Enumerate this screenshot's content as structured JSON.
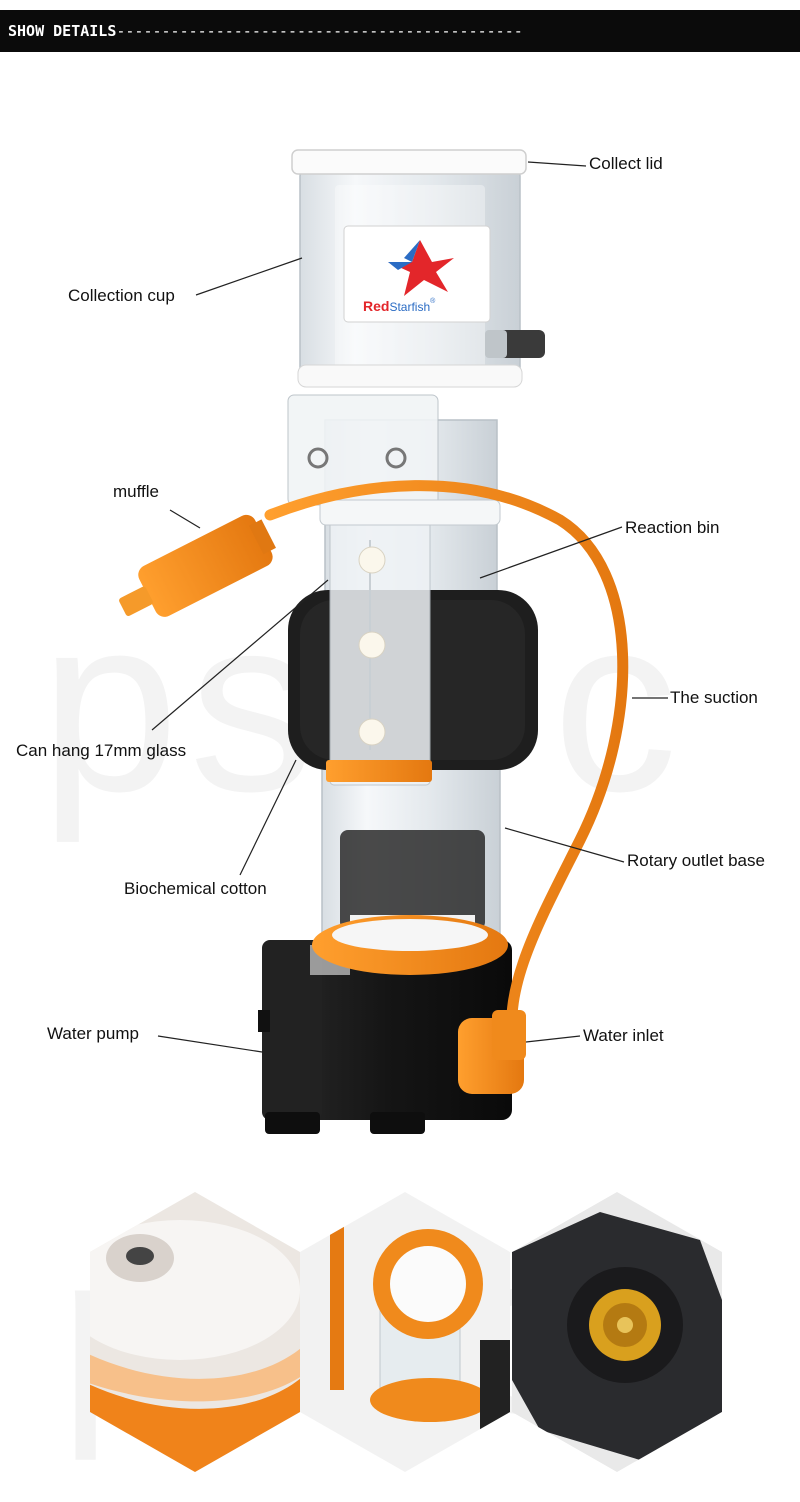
{
  "header": {
    "title": "SHOW DETAILS",
    "dashes": "---------------------------------------------"
  },
  "watermark": {
    "top": "pso c",
    "bottom": "psoc"
  },
  "brand": {
    "logo_text_red": "Red",
    "logo_text_blue": "Starfish",
    "registered": "®"
  },
  "callouts": {
    "collect_lid": "Collect lid",
    "collection_cup": "Collection cup",
    "muffle": "muffle",
    "reaction_bin": "Reaction bin",
    "the_suction": "The suction",
    "can_hang": "Can hang 17mm glass",
    "rotary_outlet_base": "Rotary outlet base",
    "biochemical_cotton": "Biochemical cotton",
    "water_pump": "Water pump",
    "water_inlet": "Water inlet"
  },
  "colors": {
    "banner_bg": "#0b0b0b",
    "orange": "#f08a1c",
    "pump_black": "#141414",
    "sponge": "#1e1e1e",
    "acrylic": "#e9eef2"
  }
}
